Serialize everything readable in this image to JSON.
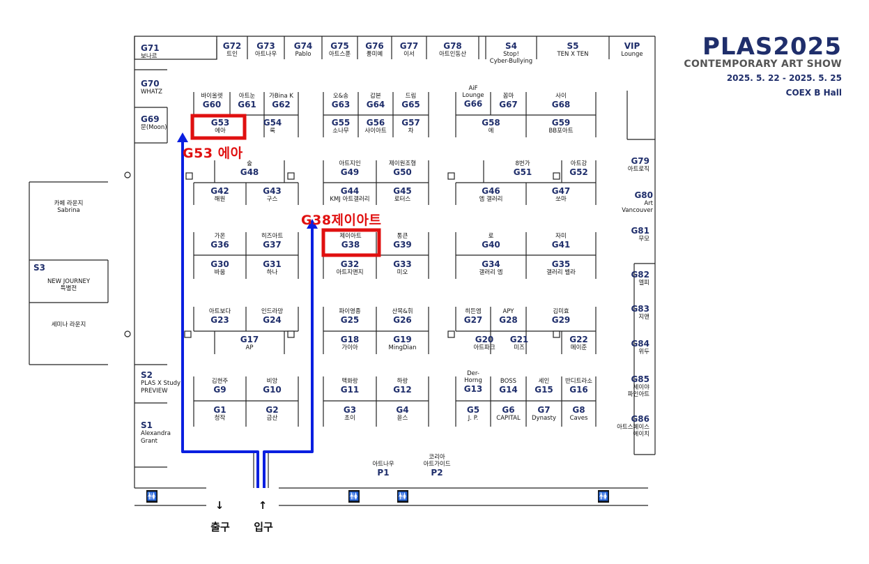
{
  "brand": {
    "title": "PLAS2025",
    "subtitle": "CONTEMPORARY ART SHOW",
    "dates": "2025. 5. 22 - 2025. 5. 25",
    "venue": "COEX B Hall",
    "color": "#1f2e6b"
  },
  "callouts": {
    "g53": "G53 에아",
    "g38": "G38제이아트",
    "color": "#e01010"
  },
  "route_color": "#0a1fe0",
  "top_row": [
    {
      "code": "G72",
      "name": "트인"
    },
    {
      "code": "G73",
      "name": "아트나우"
    },
    {
      "code": "G74",
      "name": "Pablo"
    },
    {
      "code": "G75",
      "name": "아트스푼"
    },
    {
      "code": "G76",
      "name": "풍미예"
    },
    {
      "code": "G77",
      "name": "이서"
    },
    {
      "code": "G78",
      "name": "아트인동산"
    },
    {
      "code": "S4",
      "name": "Stop!",
      "name2": "Cyber-Bullying"
    },
    {
      "code": "S5",
      "name": "TEN X TEN"
    },
    {
      "code": "VIP",
      "name": "Lounge"
    }
  ],
  "left_column": [
    {
      "code": "G71",
      "name": "보나르"
    },
    {
      "code": "G70",
      "name": "WHATZ"
    },
    {
      "code": "G69",
      "name": "문(Moon)"
    },
    {
      "code": "S2",
      "name": "PLAS X Study",
      "name2": "PREVIEW"
    },
    {
      "code": "S1",
      "name": "Alexandra",
      "name2": "Grant"
    }
  ],
  "right_column": [
    {
      "code": "G79",
      "name": "아트로직"
    },
    {
      "code": "G80",
      "name": "Art",
      "name2": "Vancouver"
    },
    {
      "code": "G81",
      "name": "무모"
    },
    {
      "code": "G82",
      "name": "엘피"
    },
    {
      "code": "G83",
      "name": "지앤"
    },
    {
      "code": "G84",
      "name": "위두"
    },
    {
      "code": "G85",
      "name": "세이야",
      "name2": "파인아트"
    },
    {
      "code": "G86",
      "name": "아트스페이스",
      "name2": "에이치"
    }
  ],
  "booths": {
    "g60": {
      "code": "G60",
      "name": "바이올렛"
    },
    "g61": {
      "code": "G61",
      "name": "아트눈"
    },
    "g62": {
      "code": "G62",
      "name": "가Bina K"
    },
    "g53": {
      "code": "G53",
      "name": "에아"
    },
    "g54": {
      "code": "G54",
      "name": "록"
    },
    "g63": {
      "code": "G63",
      "name": "오&송"
    },
    "g64": {
      "code": "G64",
      "name": "갑본"
    },
    "g65": {
      "code": "G65",
      "name": "드림"
    },
    "g55": {
      "code": "G55",
      "name": "소나무"
    },
    "g56": {
      "code": "G56",
      "name": "사이아트"
    },
    "g57": {
      "code": "G57",
      "name": "차"
    },
    "g66": {
      "code": "G66",
      "name": "AiF",
      "name2": "Lounge"
    },
    "g67": {
      "code": "G67",
      "name": "꼼마"
    },
    "g68": {
      "code": "G68",
      "name": "사이"
    },
    "g58": {
      "code": "G58",
      "name": "에"
    },
    "g59": {
      "code": "G59",
      "name": "BB포아트"
    },
    "g48": {
      "code": "G48",
      "name": "숲"
    },
    "g42": {
      "code": "G42",
      "name": "해원"
    },
    "g43": {
      "code": "G43",
      "name": "구스"
    },
    "g49": {
      "code": "G49",
      "name": "아트지인"
    },
    "g50": {
      "code": "G50",
      "name": "제이원조형"
    },
    "g44": {
      "code": "G44",
      "name": "KMJ 아트갤러리"
    },
    "g45": {
      "code": "G45",
      "name": "로터스"
    },
    "g51": {
      "code": "G51",
      "name": "8번가"
    },
    "g52": {
      "code": "G52",
      "name": "아트강"
    },
    "g46": {
      "code": "G46",
      "name": "엠 갤러리"
    },
    "g47": {
      "code": "G47",
      "name": "쏘마"
    },
    "g36": {
      "code": "G36",
      "name": "가온"
    },
    "g37": {
      "code": "G37",
      "name": "히즈아트"
    },
    "g30": {
      "code": "G30",
      "name": "바움"
    },
    "g31": {
      "code": "G31",
      "name": "하나"
    },
    "g38": {
      "code": "G38",
      "name": "제이아트"
    },
    "g39": {
      "code": "G39",
      "name": "통큰"
    },
    "g32": {
      "code": "G32",
      "name": "아트지앤지"
    },
    "g33": {
      "code": "G33",
      "name": "미오"
    },
    "g40": {
      "code": "G40",
      "name": "로"
    },
    "g41": {
      "code": "G41",
      "name": "자미"
    },
    "g34": {
      "code": "G34",
      "name": "갤러리 엠"
    },
    "g35": {
      "code": "G35",
      "name": "갤러리 벨라"
    },
    "g23": {
      "code": "G23",
      "name": "아트보다"
    },
    "g24": {
      "code": "G24",
      "name": "인드라망"
    },
    "g17": {
      "code": "G17",
      "name": "AP"
    },
    "g25": {
      "code": "G25",
      "name": "파이영종"
    },
    "g26": {
      "code": "G26",
      "name": "산목&휘"
    },
    "g18": {
      "code": "G18",
      "name": "가이아"
    },
    "g19": {
      "code": "G19",
      "name": "MingDian"
    },
    "g27": {
      "code": "G27",
      "name": "히든엠"
    },
    "g28": {
      "code": "G28",
      "name": "APY"
    },
    "g29": {
      "code": "G29",
      "name": "김미효"
    },
    "g20": {
      "code": "G20",
      "name": "아트파크"
    },
    "g21": {
      "code": "G21",
      "name": "미즈"
    },
    "g22": {
      "code": "G22",
      "name": "메이준"
    },
    "g9": {
      "code": "G9",
      "name": "김현주"
    },
    "g10": {
      "code": "G10",
      "name": "비앙"
    },
    "g1": {
      "code": "G1",
      "name": "청작"
    },
    "g2": {
      "code": "G2",
      "name": "금산"
    },
    "g11": {
      "code": "G11",
      "name": "맥화랑"
    },
    "g12": {
      "code": "G12",
      "name": "하랑"
    },
    "g3": {
      "code": "G3",
      "name": "초이"
    },
    "g4": {
      "code": "G4",
      "name": "윤스"
    },
    "g13": {
      "code": "G13",
      "name": "Der-",
      "name2": "Horng"
    },
    "g14": {
      "code": "G14",
      "name": "BOSS"
    },
    "g15": {
      "code": "G15",
      "name": "세인"
    },
    "g16": {
      "code": "G16",
      "name": "반디트라소"
    },
    "g5": {
      "code": "G5",
      "name": "J. P."
    },
    "g6": {
      "code": "G6",
      "name": "CAPITAL"
    },
    "g7": {
      "code": "G7",
      "name": "Dynasty"
    },
    "g8": {
      "code": "G8",
      "name": "Caves"
    },
    "p1": {
      "code": "P1",
      "name": "아트나우"
    },
    "p2": {
      "code": "P2",
      "name": "코리아",
      "name2": "아트가이드"
    }
  },
  "left_spaces": {
    "cafe": "카페 라운지",
    "cafe2": "Sabrina",
    "s3": "S3",
    "s3_name": "NEW JOURNEY",
    "s3_name2": "특별전",
    "seminar": "세미나 라운지"
  },
  "exits": {
    "exit": "출구",
    "entrance": "입구",
    "down_arrow": "↓",
    "up_arrow": "↑"
  },
  "icons": {
    "restroom": "restroom-icon",
    "pillar": "pillar-icon"
  }
}
